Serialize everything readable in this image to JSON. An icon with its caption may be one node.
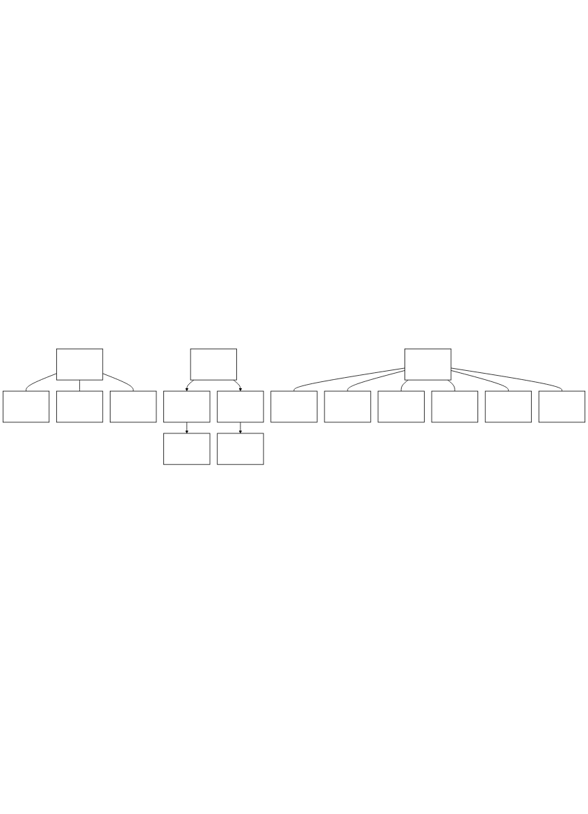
{
  "diagram": {
    "nodes": [
      {
        "text": [],
        "shape": "box"
      },
      {
        "text": [],
        "shape": "box"
      },
      {
        "text": [],
        "shape": "box"
      },
      {
        "text": [],
        "shape": "box"
      },
      {
        "text": [],
        "shape": "box"
      },
      {
        "text": [],
        "shape": "box"
      },
      {
        "text": [],
        "shape": "box"
      },
      {
        "text": [],
        "shape": "box"
      },
      {
        "text": [],
        "shape": "box"
      },
      {
        "text": [],
        "shape": "box"
      },
      {
        "text": [],
        "shape": "box"
      },
      {
        "text": [],
        "shape": "box"
      },
      {
        "text": [],
        "shape": "box"
      },
      {
        "text": [],
        "shape": "box"
      },
      {
        "text": [],
        "shape": "box"
      },
      {
        "text": [],
        "shape": "box"
      }
    ],
    "edges": [
      {
        "from": 0,
        "to": 1,
        "arrow": "none"
      },
      {
        "from": 0,
        "to": 2,
        "arrow": "none"
      },
      {
        "from": 0,
        "to": 3,
        "arrow": "none"
      },
      {
        "from": 4,
        "to": 5,
        "arrow": "to"
      },
      {
        "from": 4,
        "to": 6,
        "arrow": "to"
      },
      {
        "from": 5,
        "to": 7,
        "arrow": "to"
      },
      {
        "from": 6,
        "to": 8,
        "arrow": "to"
      },
      {
        "from": 9,
        "to": 10,
        "arrow": "none"
      },
      {
        "from": 9,
        "to": 11,
        "arrow": "none"
      },
      {
        "from": 9,
        "to": 12,
        "arrow": "none"
      },
      {
        "from": 9,
        "to": 13,
        "arrow": "none"
      },
      {
        "from": 9,
        "to": 14,
        "arrow": "none"
      },
      {
        "from": 9,
        "to": 15,
        "arrow": "none"
      }
    ]
  }
}
